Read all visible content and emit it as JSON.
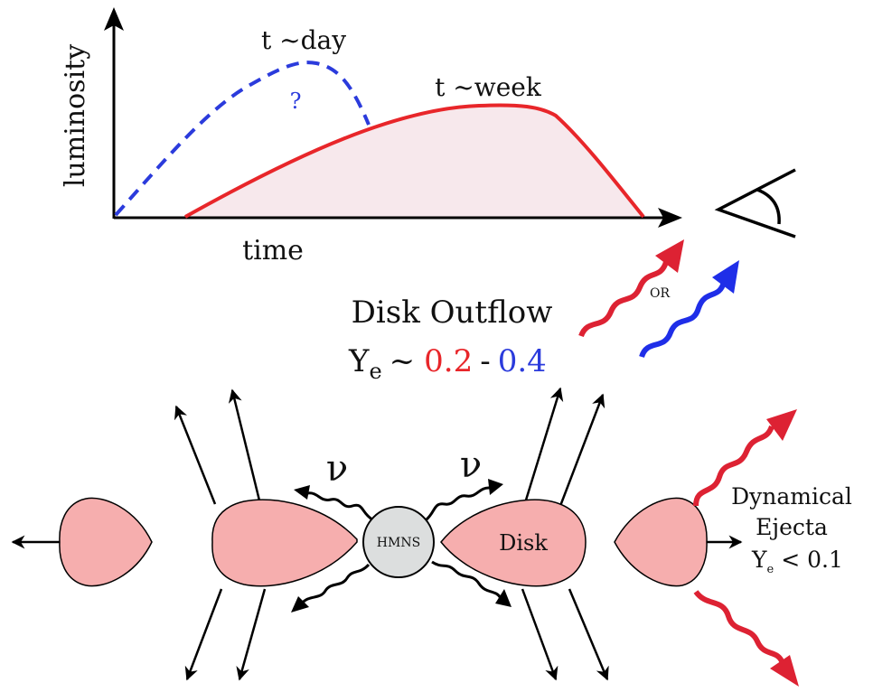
{
  "colors": {
    "ink": "#000000",
    "red": "#e8262a",
    "blue": "#2b3bdc",
    "pink_fill": "#f6aeae",
    "pink_shade": "#f7e8ec",
    "hmns_fill": "#dcdede",
    "arrow_red": "#dd2233",
    "arrow_blue": "#1f2ee8"
  },
  "light_curve": {
    "y_axis_label": "luminosity",
    "x_axis_label": "time",
    "blue_peak_label": "t ~day",
    "blue_uncertain_mark": "?",
    "red_peak_label": "t ~week"
  },
  "observer": {
    "icon": "eye-icon"
  },
  "outflow": {
    "title": "Disk Outflow",
    "ye_symbol": "Y",
    "ye_subscript": "e",
    "ye_approx": "~",
    "ye_low": "0.2",
    "ye_dash": "-",
    "ye_high": "0.4",
    "choice_label": "OR"
  },
  "merger": {
    "hmns_label": "HMNS",
    "disk_label": "Disk",
    "neutrino_symbol": "ν",
    "ejecta_line1": "Dynamical",
    "ejecta_line2": "Ejecta",
    "ejecta_ye_symbol": "Y",
    "ejecta_ye_subscript": "e",
    "ejecta_ye_value": "< 0.1"
  }
}
